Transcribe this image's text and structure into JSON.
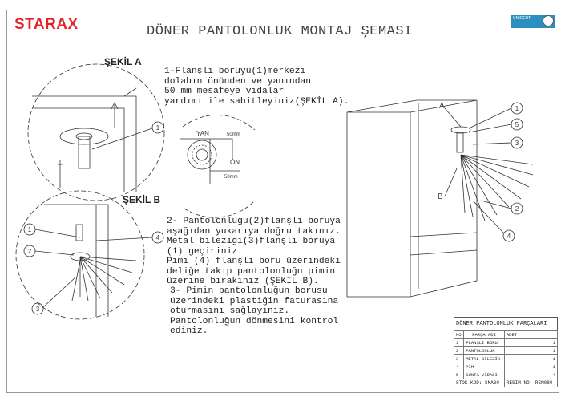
{
  "header": {
    "logo": "STARAX",
    "title": "DÖNER PANTOLONLUK MONTAJ ŞEMASI",
    "cert": "UNICERT"
  },
  "figures": {
    "a_label": "ŞEKİL A",
    "b_label": "ŞEKİL B",
    "side": "YAN",
    "front": "ÖN",
    "dim1": "50mm",
    "dim2": "50mm",
    "view_a": "A",
    "view_b": "B"
  },
  "callouts": [
    "1",
    "2",
    "3",
    "4",
    "5"
  ],
  "steps": {
    "step1": "1-Flanşlı boruyu(1)merkezi\ndolabın önünden ve yanından\n50 mm mesafeye vidalar\nyardımı ile sabitleyiniz(ŞEKİL A).",
    "step2": "2- Pantolonluğu(2)flanşlı boruya\naşağıdan yukarıya doğru takınız.\nMetal bileziği(3)flanşlı boruya\n(1) geçiriniz.\nPimi (4) flanşlı boru üzerindeki\ndeliğe takıp pantolonluğu pimin\nüzerine bırakınız (ŞEKİL B).",
    "step3": "3- Pimin pantolonluğun borusu\nüzerindeki plastiğin faturasına\noturmasını sağlayınız.\nPantolonluğun dönmesini kontrol\nediniz."
  },
  "parts_table": {
    "title": "DÖNER PANTOLONLUK PARÇALARI",
    "headers": [
      "NO",
      "PARÇA ADI",
      "ADET"
    ],
    "rows": [
      [
        "1",
        "FLANŞLI BORU",
        "1"
      ],
      [
        "2",
        "PANTOLONLUK",
        "1"
      ],
      [
        "3",
        "METAL BİLEZİK",
        "1"
      ],
      [
        "4",
        "PİM",
        "1"
      ],
      [
        "5",
        "SUNTA VİDASI",
        "4"
      ]
    ],
    "stock_code": "STOK KOD: SMA30",
    "drawing_no": "RESIM NO: RSM080"
  }
}
